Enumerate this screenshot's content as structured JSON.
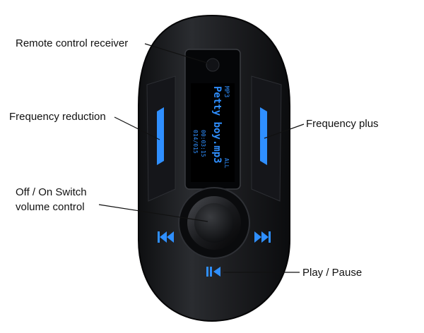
{
  "labels": {
    "remote": "Remote control receiver",
    "freq_down": "Frequency reduction",
    "freq_up": "Frequency plus",
    "power_line1": "Off / On Switch",
    "power_line2": "volume control",
    "play": "Play / Pause"
  },
  "display": {
    "format_tag": "MP3",
    "song": "Petty boy.mp3",
    "time": "00:03:15",
    "track": "014/015",
    "mode_tag": "ALL"
  },
  "colors": {
    "accent": "#2f8fff",
    "device_body": "#1c1d20",
    "callout_text": "#111111"
  },
  "icons": {
    "previous": "previous-track-icon",
    "next": "next-track-icon",
    "play_pause": "play-pause-icon"
  }
}
